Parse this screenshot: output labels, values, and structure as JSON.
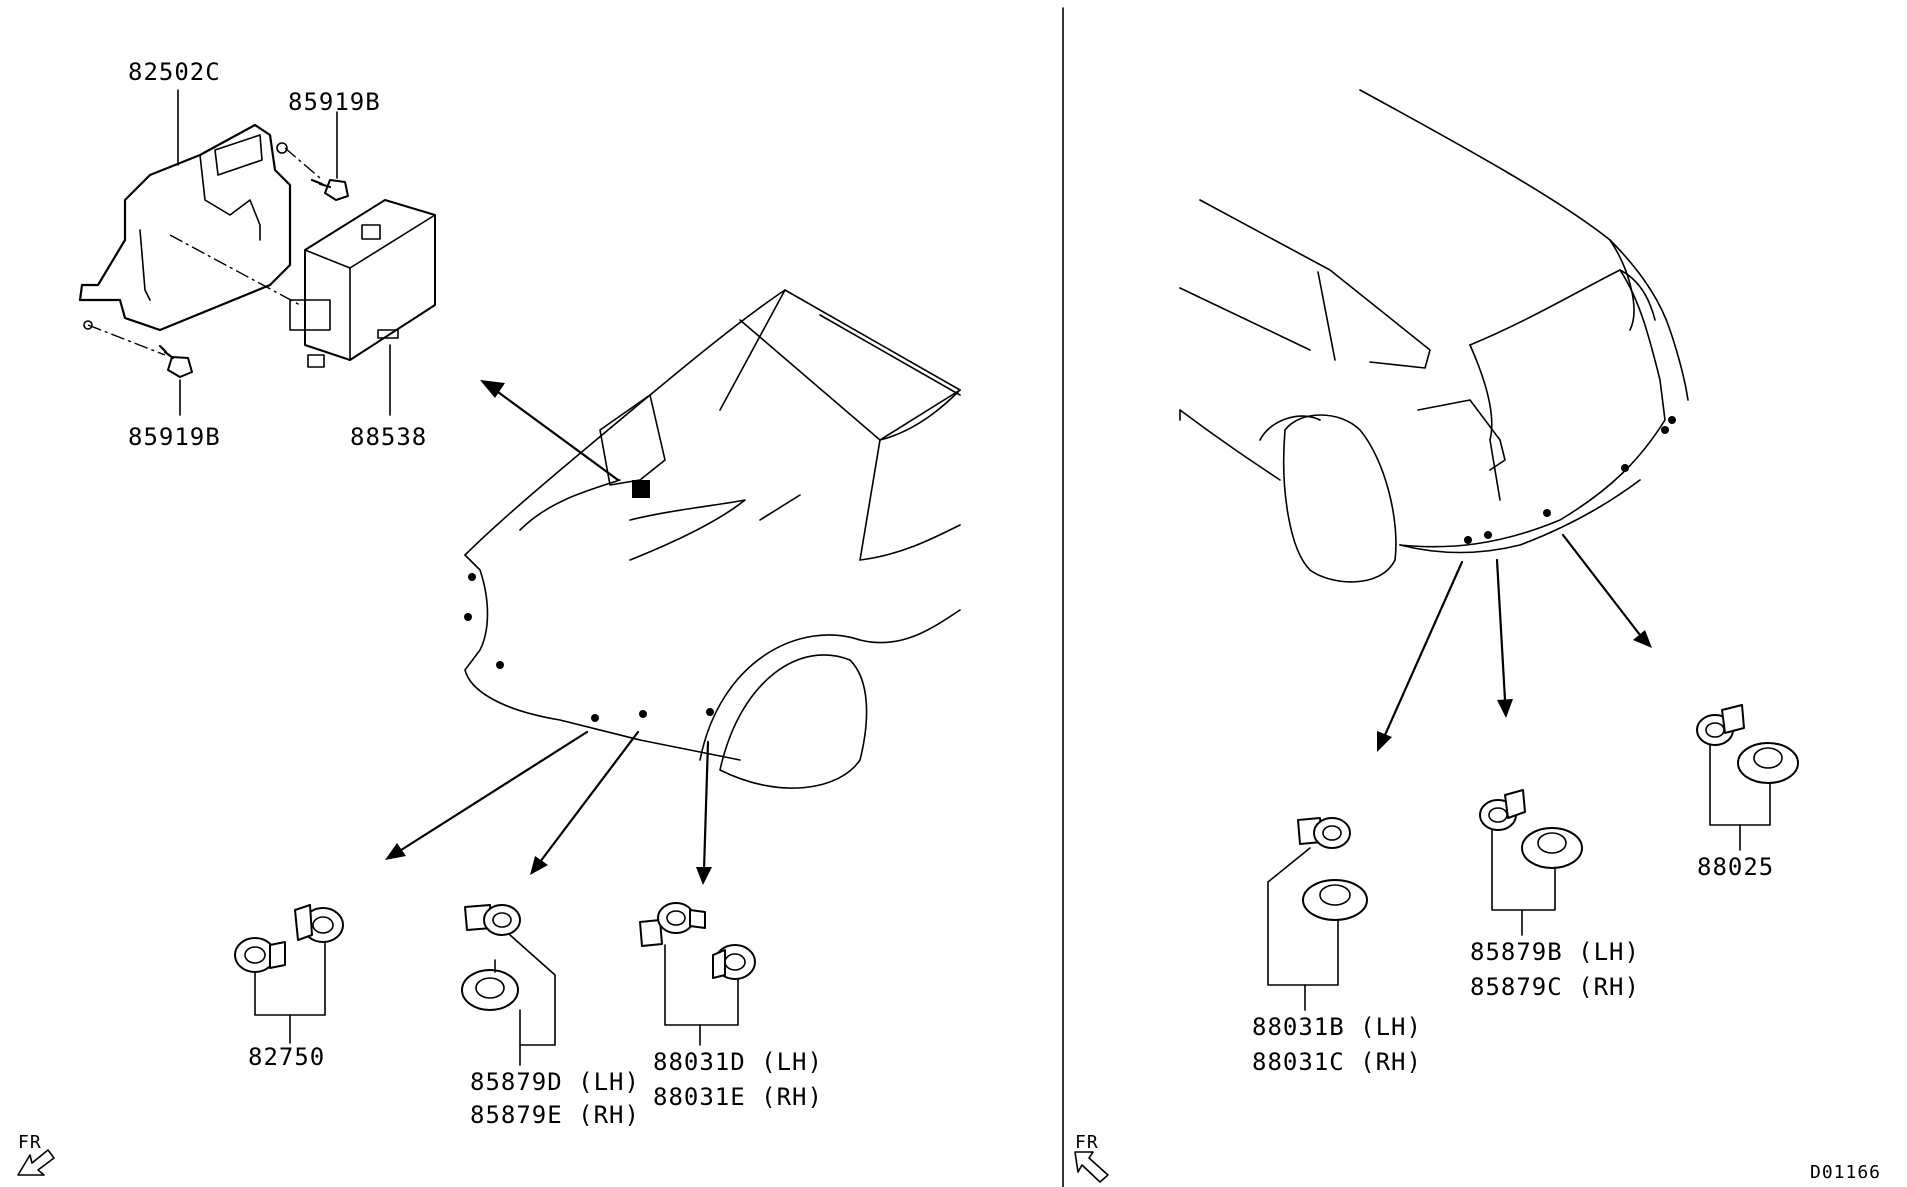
{
  "labels": {
    "bracket": "82502C",
    "bolt_top": "85919B",
    "bolt_bottom": "85919B",
    "control_unit": "88538",
    "front_sensor_outer": "82750",
    "front_sensor_mid_lh": "85879D (LH)",
    "front_sensor_mid_rh": "85879E (RH)",
    "front_sensor_corner_lh": "88031D (LH)",
    "front_sensor_corner_rh": "88031E (RH)",
    "rear_sensor_corner_lh": "88031B (LH)",
    "rear_sensor_corner_rh": "88031C (RH)",
    "rear_sensor_mid_lh": "85879B (LH)",
    "rear_sensor_mid_rh": "85879C (RH)",
    "rear_sensor_outer": "88025",
    "fr_left": "FR",
    "fr_right": "FR",
    "diagram_code": "D01166"
  }
}
